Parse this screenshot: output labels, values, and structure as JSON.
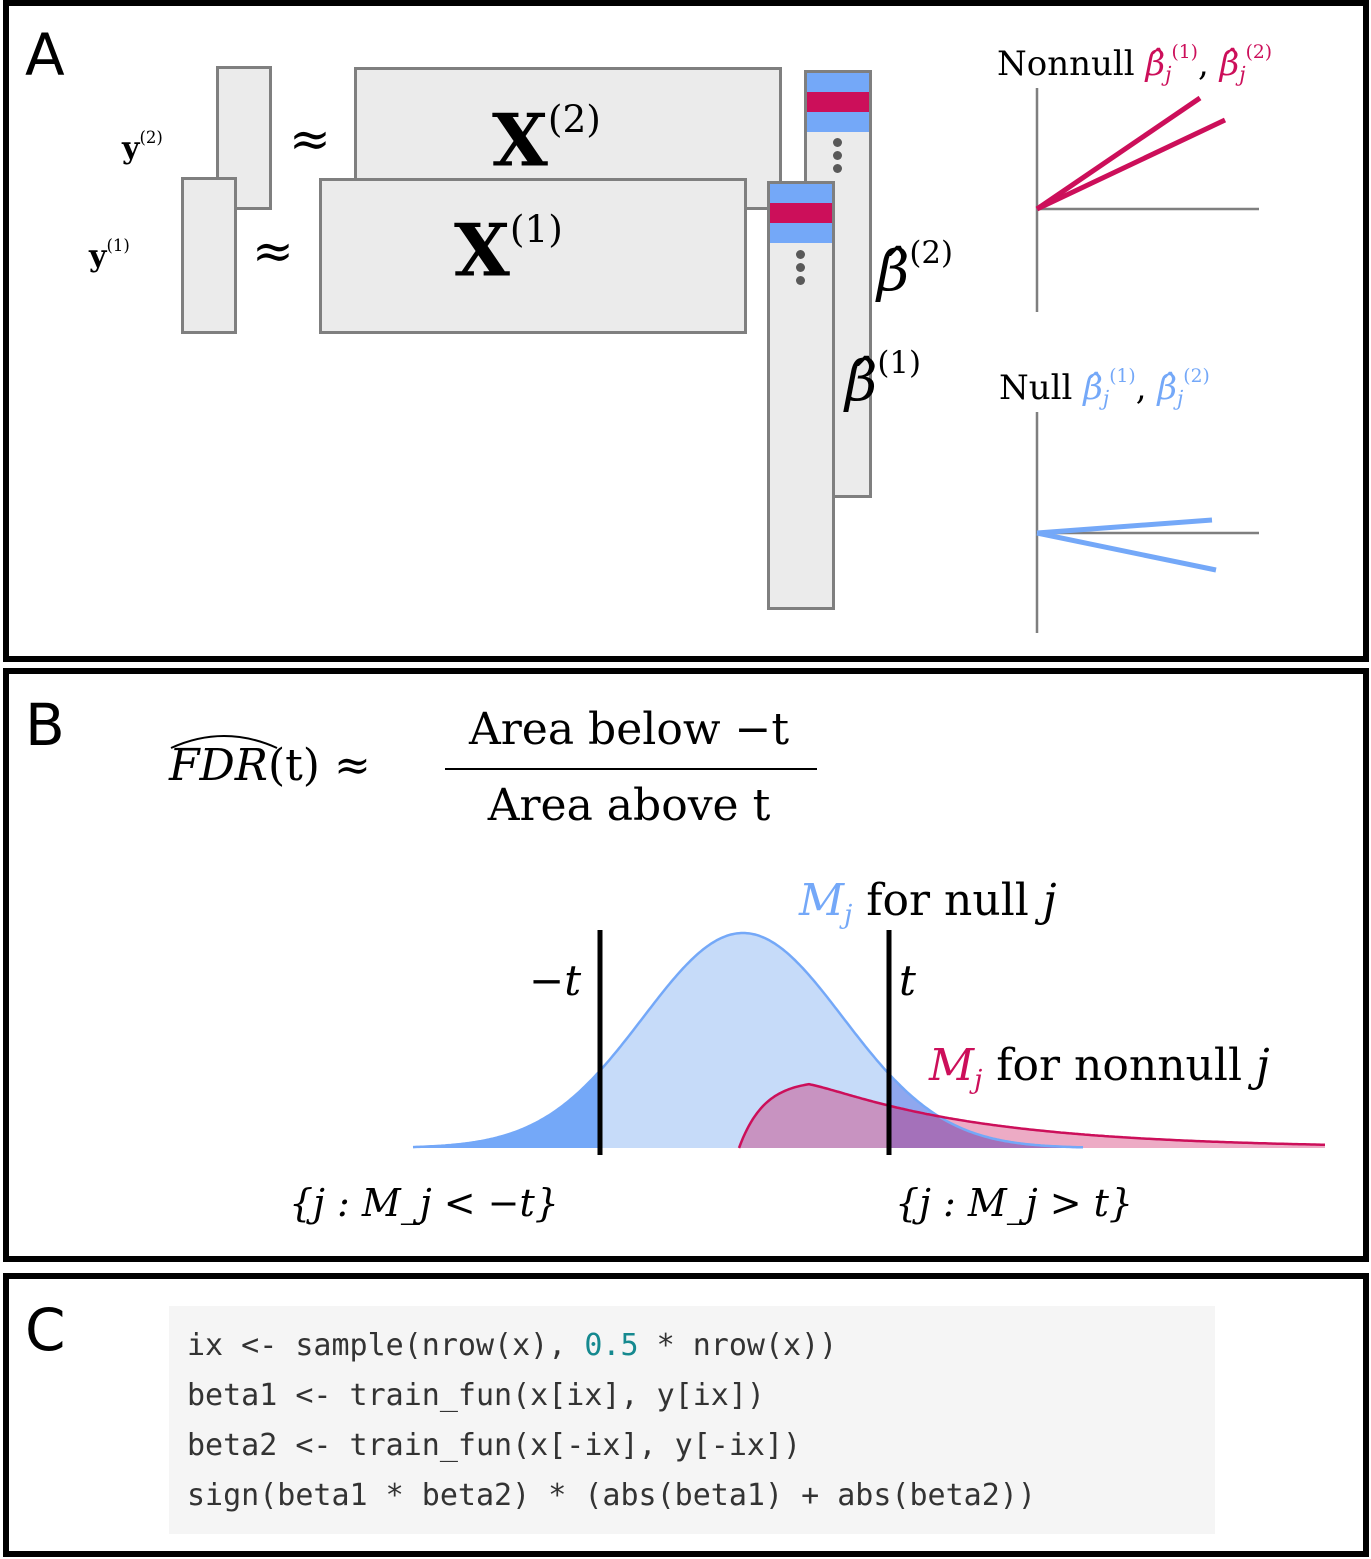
{
  "colors": {
    "null_blue": "#74a8f8",
    "nonnull_red": "#cc0f5a",
    "gray_box": "#ebebeb",
    "code_number": "#15898f"
  },
  "panel_a": {
    "label": "A",
    "y2_label": "y",
    "y2_sup": "(2)",
    "y1_label": "y",
    "y1_sup": "(1)",
    "approx": "≈",
    "x2_label": "X",
    "x2_sup": "(2)",
    "x1_label": "X",
    "x1_sup": "(1)",
    "beta2_label": "β̂",
    "beta2_sup": "(2)",
    "beta1_label": "β̂",
    "beta1_sup": "(1)",
    "nonnull_text": "Nonnull",
    "null_text": "Null",
    "beta_hat": "β̂",
    "sub_j": "j",
    "sup1": "(1)",
    "sup2": "(2)",
    "comma": ","
  },
  "panel_b": {
    "label": "B",
    "fdr_lhs": "FDR",
    "fdr_arg": "(t)",
    "approx": "≈",
    "numerator": "Area below  −t",
    "denominator": "Area above t",
    "neg_t": "−t",
    "pos_t": "t",
    "m": "M",
    "sub_j": "j",
    "null_suffix": " for null ",
    "nonnull_suffix": " for nonnull ",
    "j": "j",
    "set_left": "{j : M_j < −t}",
    "set_right": "{j : M_j > t}"
  },
  "panel_c": {
    "label": "C",
    "code_lines": [
      "ix <- sample(nrow(x), 0.5 * nrow(x))",
      "beta1 <- train_fun(x[ix], y[ix])",
      "beta2 <- train_fun(x[-ix], y[-ix])",
      "sign(beta1 * beta2) * (abs(beta1) + abs(beta2))"
    ],
    "line1_pre": "ix <- sample(nrow(x), ",
    "line1_num": "0.5",
    "line1_post": " * nrow(x))"
  }
}
